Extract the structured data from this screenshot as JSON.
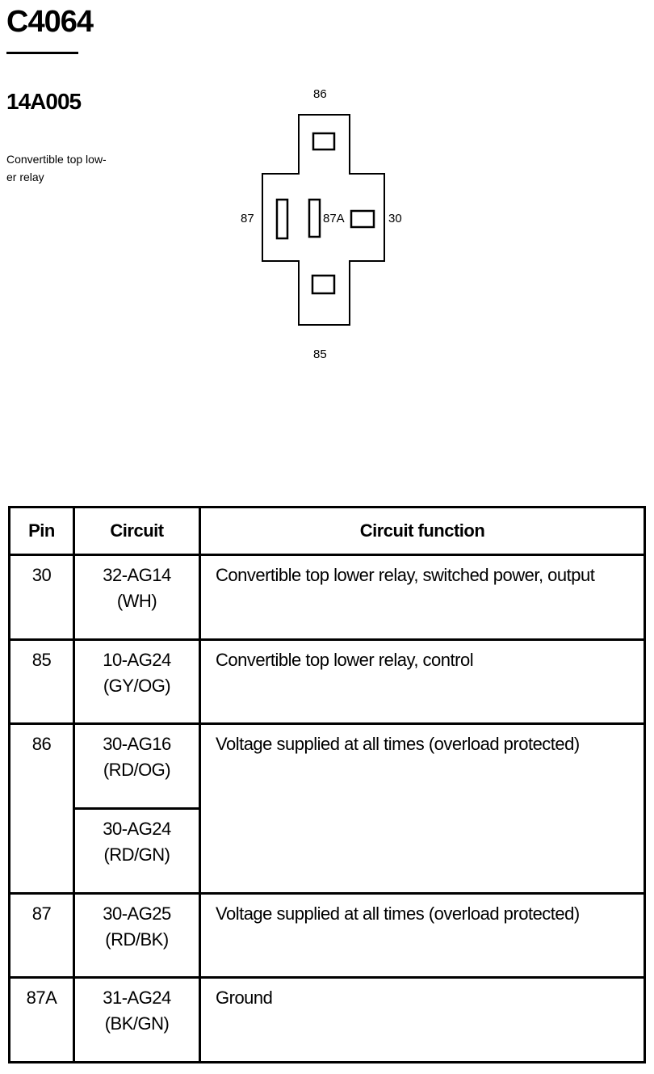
{
  "connector_id": "C4064",
  "part_number": "14A005",
  "description_lines": [
    "Convertible top low-",
    "er relay"
  ],
  "diagram": {
    "pin_labels": {
      "top": "86",
      "left": "87",
      "center": "87A",
      "right": "30",
      "bottom": "85"
    }
  },
  "table": {
    "headers": {
      "pin": "Pin",
      "circuit": "Circuit",
      "function": "Circuit function"
    },
    "rows": [
      {
        "pin": "30",
        "circuit": "32-AG14",
        "color": "(WH)",
        "function": "Convertible top lower relay, switched power, output"
      },
      {
        "pin": "85",
        "circuit": "10-AG24",
        "color": "(GY/OG)",
        "function": "Convertible top lower relay, control"
      },
      {
        "pin": "86",
        "circuit": "30-AG16",
        "color": "(RD/OG)",
        "function": "Voltage supplied at all times (overload protected)"
      },
      {
        "pin": "",
        "circuit": "30-AG24",
        "color": "(RD/GN)",
        "function": ""
      },
      {
        "pin": "87",
        "circuit": "30-AG25",
        "color": "(RD/BK)",
        "function": "Voltage supplied at all times (overload protected)"
      },
      {
        "pin": "87A",
        "circuit": "31-AG24",
        "color": "(BK/GN)",
        "function": "Ground"
      }
    ]
  }
}
